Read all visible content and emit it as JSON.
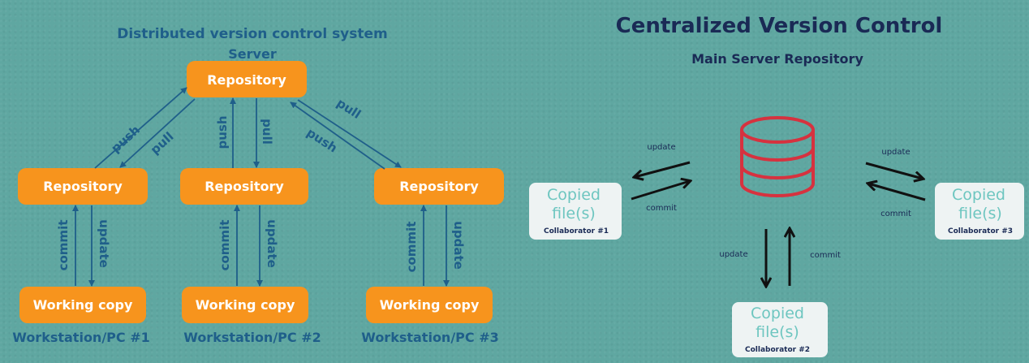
{
  "dvcs": {
    "title": "Distributed version control system",
    "server_label": "Server",
    "server_repo": "Repository",
    "repos": [
      "Repository",
      "Repository",
      "Repository"
    ],
    "working_copies": [
      "Working copy",
      "Working copy",
      "Working copy"
    ],
    "workstations": [
      "Workstation/PC #1",
      "Workstation/PC #2",
      "Workstation/PC #3"
    ],
    "arrow_labels": {
      "push": "push",
      "pull": "pull",
      "commit": "commit",
      "update": "update"
    }
  },
  "cvcs": {
    "title": "Centralized Version Control",
    "subtitle": "Main Server Repository",
    "database_icon": "database-icon",
    "copied_line1": "Copied",
    "copied_line2": "file(s)",
    "collaborators": [
      "Collaborator #1",
      "Collaborator #2",
      "Collaborator #3"
    ],
    "arrow_labels": {
      "update": "update",
      "commit": "commit"
    }
  },
  "colors": {
    "background": "#5fa7a1",
    "orange": "#f7941d",
    "blue_text": "#1f5f8a",
    "navy_text": "#1a2a55",
    "database_red": "#d6323f",
    "copied_teal": "#6ec6c0"
  }
}
